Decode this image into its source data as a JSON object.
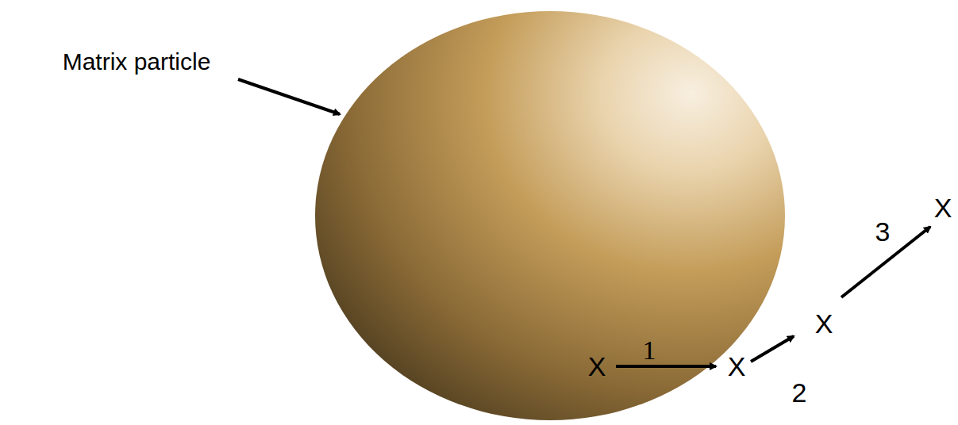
{
  "diagram": {
    "labels": [
      "Matrix particle",
      "X",
      "1",
      "X",
      "2",
      "X",
      "3",
      "X"
    ]
  }
}
